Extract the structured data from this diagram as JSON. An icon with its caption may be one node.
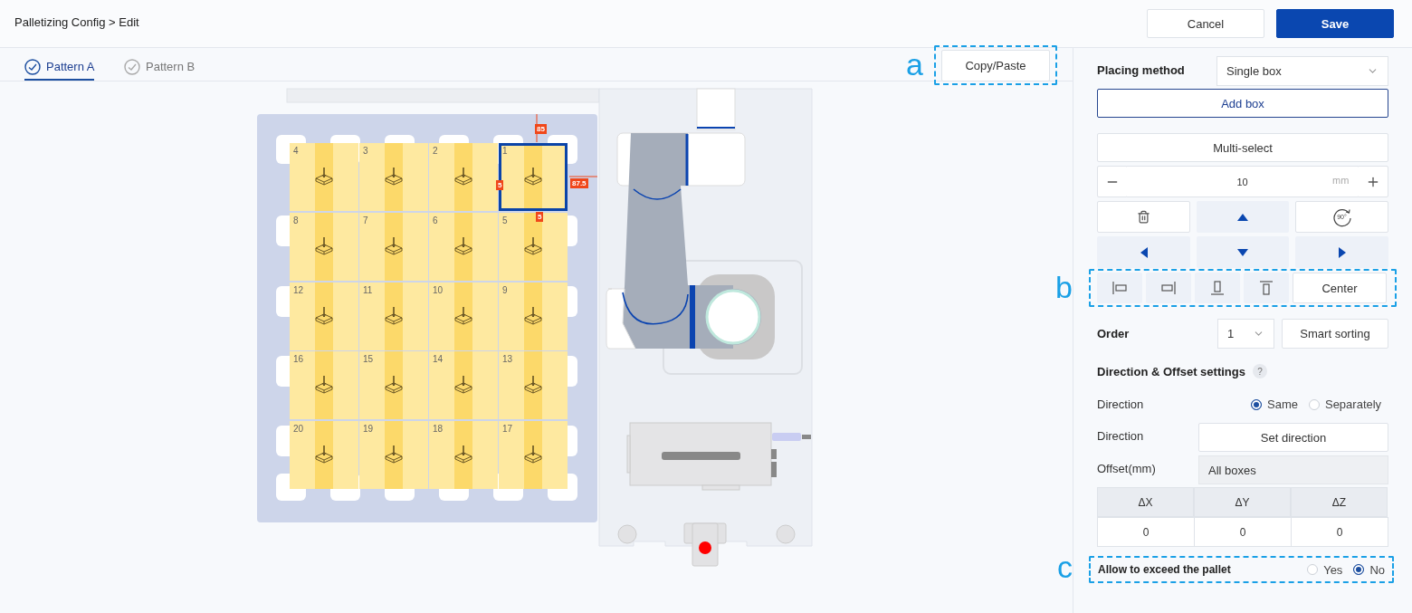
{
  "diagram": {
    "title": "Palletizing Config > Edit",
    "nodes": [
      {
        "text": [
          "Copy/Paste"
        ],
        "beside": [
          "a"
        ]
      },
      {
        "text": [
          "4"
        ]
      },
      {
        "text": [
          "3"
        ]
      },
      {
        "text": [
          "2"
        ]
      },
      {
        "text": [
          "1"
        ]
      },
      {
        "text": [
          "8"
        ]
      },
      {
        "text": [
          "7"
        ]
      },
      {
        "text": [
          "6"
        ]
      },
      {
        "text": [
          "5"
        ]
      },
      {
        "text": [
          "12"
        ]
      },
      {
        "text": [
          "11"
        ]
      },
      {
        "text": [
          "10"
        ]
      },
      {
        "text": [
          "9"
        ]
      },
      {
        "text": [
          "16"
        ]
      },
      {
        "text": [
          "15"
        ]
      },
      {
        "text": [
          "14"
        ]
      },
      {
        "text": [
          "13"
        ]
      },
      {
        "text": [
          "20"
        ]
      },
      {
        "text": [
          "19"
        ]
      },
      {
        "text": [
          "18"
        ]
      },
      {
        "text": [
          "17"
        ]
      },
      {
        "text": [
          "Center"
        ],
        "beside": [
          "b"
        ]
      },
      {
        "text": [
          "Allow to exceed the pallet",
          "Yes",
          "No"
        ],
        "beside": [
          "c"
        ]
      }
    ],
    "labels": [
      "Cancel",
      "Save",
      "Pattern A",
      "Pattern B",
      "85",
      "5",
      "87.5",
      "5",
      "Placing method",
      "Single box",
      "Add box",
      "Multi-select",
      "10",
      "mm",
      "90°",
      "Order",
      "1",
      "Smart sorting",
      "Direction & Offset settings",
      "?",
      "Direction",
      "Same",
      "Separately",
      "Direction",
      "Set direction",
      "Offset(mm)",
      "All boxes",
      "ΔX",
      "ΔY",
      "ΔZ",
      "0",
      "0",
      "0"
    ]
  }
}
